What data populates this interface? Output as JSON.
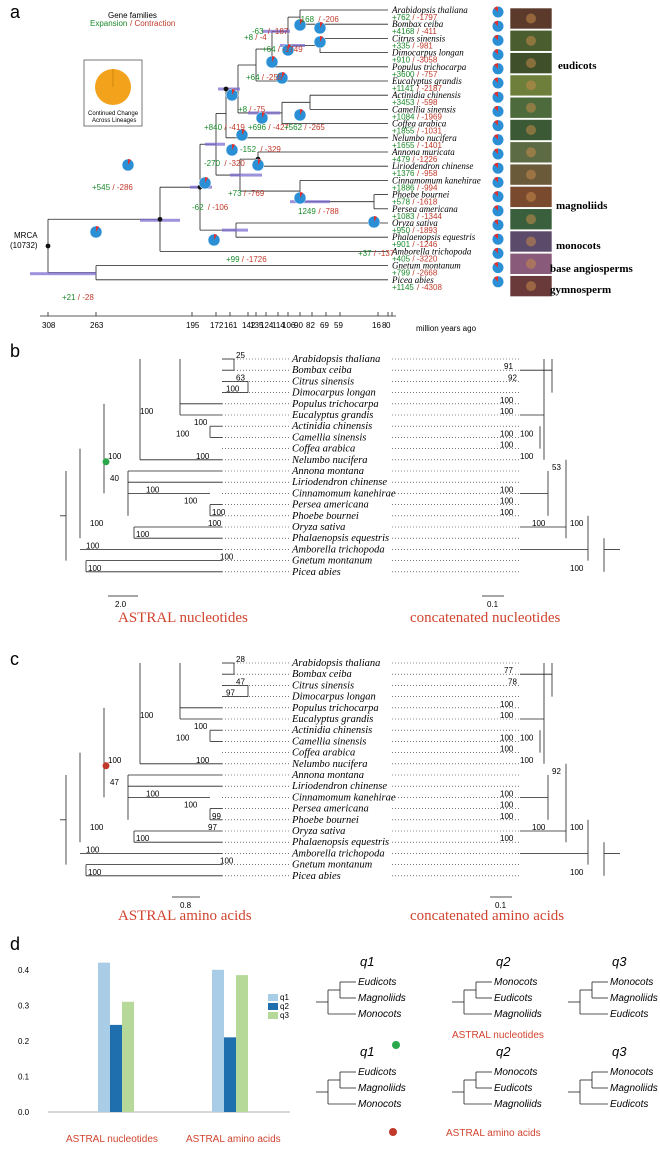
{
  "panel_a": {
    "letter": "a",
    "legend_title": "Gene families",
    "legend_expansion": "Expansion",
    "legend_contraction": "Contraction",
    "pie_caption_1": "Continued Change",
    "pie_caption_2": "Across Lineages",
    "mrca_label": "MRCA",
    "mrca_count": "(10732)",
    "time_unit": "million years ago",
    "time_ticks": [
      "308",
      "263",
      "195",
      "172",
      "161",
      "142",
      "135",
      "124",
      "114",
      "106",
      "90",
      "82",
      "69",
      "59",
      "16",
      "8",
      "0"
    ],
    "group_labels": [
      "eudicots",
      "magnoliids",
      "monocots",
      "base angiosperms",
      "gymnosperm"
    ],
    "taxa": [
      {
        "name": "Arabidopsis thaliana",
        "exp": "+762",
        "con": "/ -1797"
      },
      {
        "name": "Bombax ceiba",
        "exp": "+4168",
        "con": "/ -411"
      },
      {
        "name": "Citrus sinensis",
        "exp": "+335",
        "con": "/ -981"
      },
      {
        "name": "Dimocarpus longan",
        "exp": "+910",
        "con": "/ -3058"
      },
      {
        "name": "Populus trichocarpa",
        "exp": "+3600",
        "con": "/ -757"
      },
      {
        "name": "Eucalyptus grandis",
        "exp": "+1141",
        "con": "/ -2187"
      },
      {
        "name": "Actinidia chinensis",
        "exp": "+3453",
        "con": "/ -598"
      },
      {
        "name": "Camellia sinensis",
        "exp": "+1084",
        "con": "/ -1969"
      },
      {
        "name": "Coffea arabica",
        "exp": "+1855",
        "con": "/ -1031"
      },
      {
        "name": "Nelumbo nucifera",
        "exp": "+1655",
        "con": "/ -1401"
      },
      {
        "name": "Annona muricata",
        "exp": "+479",
        "con": "/ -1226"
      },
      {
        "name": "Liriodendron chinense",
        "exp": "+1376",
        "con": "/ -958"
      },
      {
        "name": "Cinnamomum kanehirae",
        "exp": "+1886",
        "con": "/ -994"
      },
      {
        "name": "Phoebe bournei",
        "exp": "+578",
        "con": "/ -1618"
      },
      {
        "name": "Persea americana",
        "exp": "+1083",
        "con": "/ -1344"
      },
      {
        "name": "Oryza sativa",
        "exp": "+950",
        "con": "/ -1893"
      },
      {
        "name": "Phalaenopsis equestris",
        "exp": "+901",
        "con": "/ -1246"
      },
      {
        "name": "Amborella trichopoda",
        "exp": "+405",
        "con": "/ -3220"
      },
      {
        "name": "Gnetum montanum",
        "exp": "+799",
        "con": "/ -2668"
      },
      {
        "name": "Picea abies",
        "exp": "+1145",
        "con": "/ -4308"
      }
    ],
    "node_labels": [
      {
        "exp": "+545",
        "con": "/ -286"
      },
      {
        "exp": "+21",
        "con": "/ -28"
      },
      {
        "exp": "-62",
        "con": "/ -106"
      },
      {
        "exp": "-270",
        "con": "/ -320"
      },
      {
        "exp": "+73",
        "con": "/ -769"
      },
      {
        "exp": "+99",
        "con": "/ -1726"
      },
      {
        "exp": "+840",
        "con": "/ -419"
      },
      {
        "exp": "+696",
        "con": "/ -427"
      },
      {
        "exp": "+562",
        "con": "/ -265"
      },
      {
        "exp": "-152",
        "con": "/ -329"
      },
      {
        "exp": "1249",
        "con": "/ -788"
      },
      {
        "exp": "+37",
        "con": "/ -137"
      },
      {
        "exp": "+64",
        "con": "/ -255"
      },
      {
        "exp": "+64",
        "con": "/ -1749"
      },
      {
        "exp": "-63",
        "con": "/ -187"
      },
      {
        "exp": "-168",
        "con": "/ -206"
      },
      {
        "exp": "+8",
        "con": "/ -4"
      },
      {
        "exp": "+8",
        "con": "/ -75"
      }
    ]
  },
  "panel_b": {
    "letter": "b",
    "left_title": "ASTRAL nucleotides",
    "right_title": "concatenated nucleotides",
    "left_scale": "2.0",
    "right_scale": "0.1",
    "taxa": [
      "Arabidopsis thaliana",
      "Bombax ceiba",
      "Citrus sinensis",
      "Dimocarpus longan",
      "Populus trichocarpa",
      "Eucalyptus grandis",
      "Actinidia chinensis",
      "Camellia sinensis",
      "Coffea arabica",
      "Nelumbo nucifera",
      "Annona montana",
      "Liriodendron chinense",
      "Cinnamomum kanehirae",
      "Persea americana",
      "Phoebe bournei",
      "Oryza sativa",
      "Phalaenopsis equestris",
      "Amborella trichopoda",
      "Gnetum montanum",
      "Picea abies"
    ],
    "left_support": [
      "25",
      "63",
      "100",
      "100",
      "100",
      "100",
      "100",
      "100",
      "40",
      "100",
      "100",
      "100",
      "100",
      "100",
      "100",
      "100",
      "100",
      "100"
    ],
    "right_support": [
      "91",
      "92",
      "100",
      "100",
      "100",
      "100",
      "100",
      "100",
      "53",
      "100",
      "100",
      "100",
      "100",
      "100",
      "100"
    ]
  },
  "panel_c": {
    "letter": "c",
    "left_title": "ASTRAL  amino acids",
    "right_title": "concatenated  amino acids",
    "left_scale": "0.8",
    "right_scale": "0.1",
    "taxa": [
      "Arabidopsis thaliana",
      "Bombax ceiba",
      "Citrus sinensis",
      "Dimocarpus longan",
      "Populus trichocarpa",
      "Eucalyptus grandis",
      "Actinidia chinensis",
      "Camellia sinensis",
      "Coffea arabica",
      "Nelumbo nucifera",
      "Annona montana",
      "Liriodendron chinense",
      "Cinnamomum kanehirae",
      "Persea americana",
      "Phoebe bournei",
      "Oryza sativa",
      "Phalaenopsis equestris",
      "Amborella trichopoda",
      "Gnetum montanum",
      "Picea abies"
    ],
    "left_support": [
      "28",
      "47",
      "97",
      "100",
      "100",
      "100",
      "100",
      "100",
      "47",
      "100",
      "100",
      "99",
      "97",
      "100",
      "100",
      "100",
      "100",
      "100"
    ],
    "right_support": [
      "77",
      "78",
      "100",
      "100",
      "100",
      "100",
      "100",
      "100",
      "92",
      "100",
      "100",
      "100",
      "100",
      "100",
      "100",
      "100"
    ]
  },
  "panel_d": {
    "letter": "d",
    "chart_data": {
      "type": "bar",
      "categories": [
        "ASTRAL nucleotides",
        "ASTRAL  amino acids"
      ],
      "series": [
        {
          "name": "q1",
          "values": [
            0.42,
            0.4
          ],
          "color": "#a9cde6"
        },
        {
          "name": "q2",
          "values": [
            0.245,
            0.21
          ],
          "color": "#1f6fae"
        },
        {
          "name": "q3",
          "values": [
            0.31,
            0.385
          ],
          "color": "#b6d99a"
        }
      ],
      "ylim": [
        0,
        0.45
      ],
      "yticks": [
        "0.0",
        "0.1",
        "0.2",
        "0.3",
        "0.4"
      ],
      "legend_position": "right"
    },
    "topologies": [
      {
        "title": "q1",
        "taxa": [
          "Eudicots",
          "Magnoliids",
          "Monocots"
        ]
      },
      {
        "title": "q2",
        "taxa": [
          "Monocots",
          "Eudicots",
          "Magnoliids"
        ]
      },
      {
        "title": "q3",
        "taxa": [
          "Monocots",
          "Magnoliids",
          "Eudicots"
        ]
      }
    ],
    "row1_label": "ASTRAL nucleotides",
    "row2_label": "ASTRAL  amino acids"
  }
}
